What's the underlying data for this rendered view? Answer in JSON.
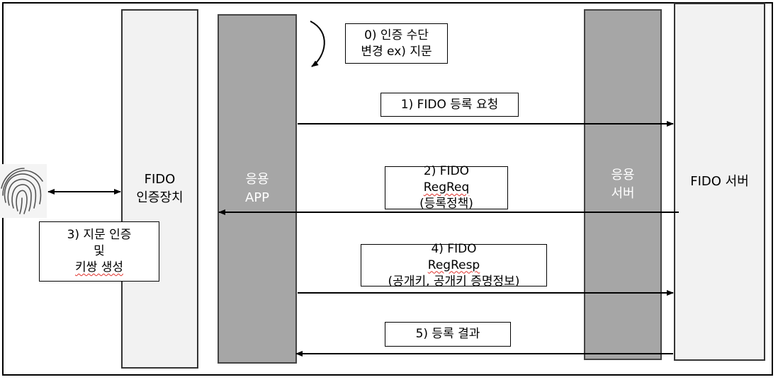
{
  "participants": {
    "device": {
      "line1": "FIDO",
      "line2": "인증장치"
    },
    "app": {
      "line1": "응용",
      "line2": "APP"
    },
    "service": {
      "line1": "응용",
      "line2": "서버"
    },
    "fido_server": {
      "line1": "FIDO 서버"
    }
  },
  "notes": {
    "step0": {
      "line1": "0) 인증 수단",
      "line2": "변경 ex) 지문"
    },
    "step3": {
      "line1": "3) 지문 인증",
      "line2": "및",
      "line3": "키쌍 생성"
    }
  },
  "messages": {
    "step1": {
      "line1": "1) FIDO 등록 요청"
    },
    "step2": {
      "line1_prefix": "2) FIDO ",
      "line1_term": "RegReq",
      "line2": "(등록정책)"
    },
    "step4": {
      "line1_prefix": "4) FIDO ",
      "line1_term": "RegResp",
      "line2": "(공개키, 공개키 증명정보)"
    },
    "step5": {
      "line1": "5) 등록 결과"
    }
  },
  "icons": {
    "fingerprint": "fingerprint-icon"
  },
  "colors": {
    "server_fill": "#a6a6a6",
    "device_fill": "#f2f2f2",
    "stroke": "#000000"
  }
}
